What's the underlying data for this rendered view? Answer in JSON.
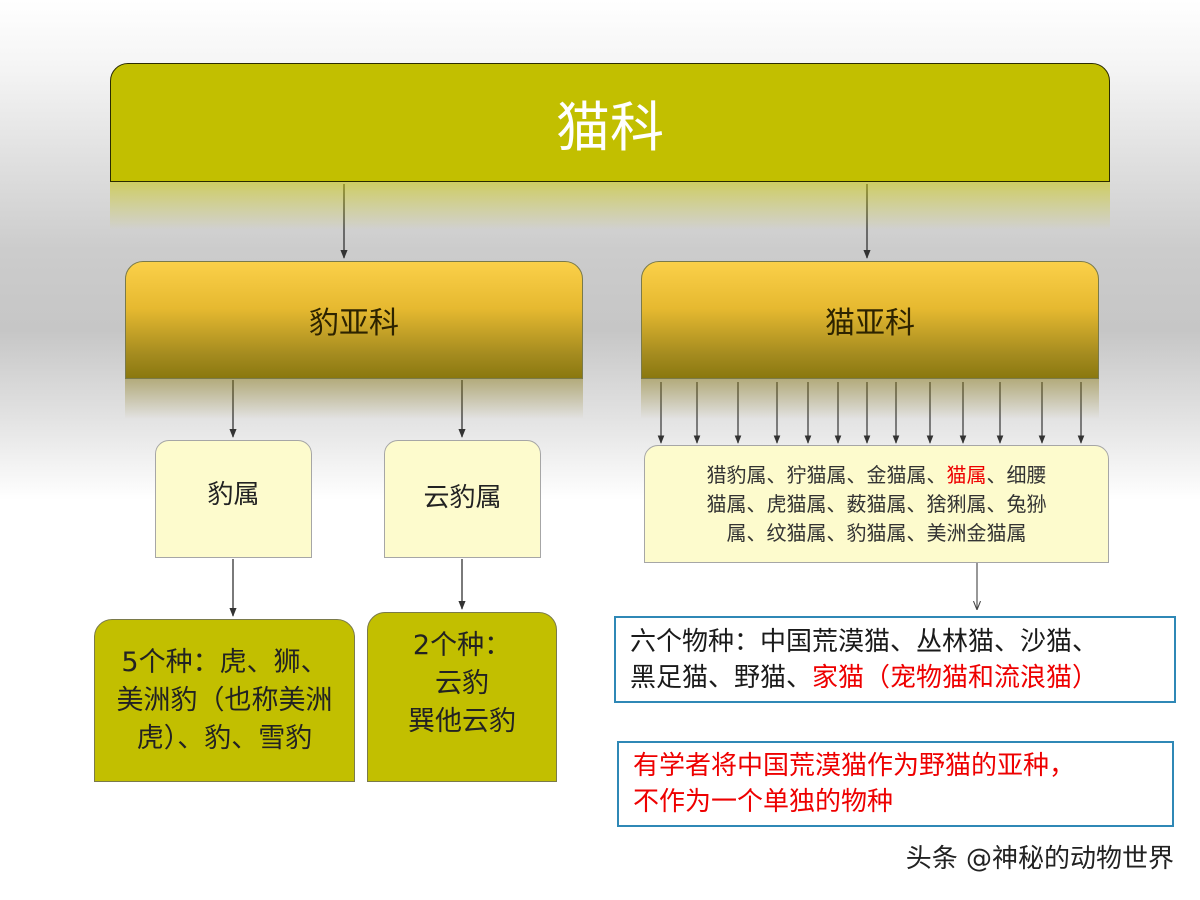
{
  "family": {
    "label": "猫科"
  },
  "subfamilies": [
    {
      "label": "豹亚科"
    },
    {
      "label": "猫亚科"
    }
  ],
  "pantherinae": {
    "genera": [
      {
        "label": "豹属"
      },
      {
        "label": "云豹属"
      }
    ],
    "species": [
      {
        "lines": [
          "5个种：虎、狮、",
          "美洲豹（也称美洲",
          "虎）、豹、雪豹"
        ]
      },
      {
        "lines": [
          "2个种：",
          "云豹",
          "巽他云豹"
        ]
      }
    ]
  },
  "felinae": {
    "genera": {
      "line1_before": "猎豹属、狞猫属、金猫属、",
      "line1_highlight": "猫属",
      "line1_after": "、细腰",
      "line2": "猫属、虎猫属、薮猫属、猞猁属、兔狲",
      "line3": "属、纹猫属、豹猫属、美洲金猫属"
    },
    "felis_species": {
      "line1": "六个物种：中国荒漠猫、丛林猫、沙猫、",
      "line2_before": "黑足猫、野猫、",
      "line2_highlight": "家猫（宠物猫和流浪猫）"
    },
    "note": {
      "line1": "有学者将中国荒漠猫作为野猫的亚种，",
      "line2": "不作为一个单独的物种"
    }
  },
  "watermark": "头条 @神秘的动物世界",
  "colors": {
    "family_fill": "#c2bf00",
    "subfamily_fill": "#e6b930",
    "genus_fill": "#fdfbcd",
    "note_border": "#2f88b6",
    "highlight_text": "#ee0000"
  }
}
